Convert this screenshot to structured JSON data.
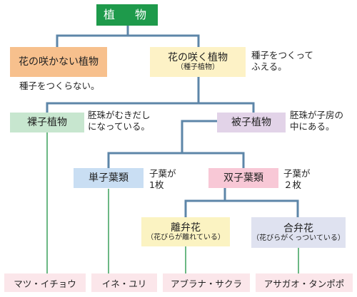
{
  "root": {
    "label": "植　物"
  },
  "non_seed": {
    "label": "花の咲かない植物",
    "note": "種子をつくらない。"
  },
  "seed": {
    "label": "花の咲く植物",
    "sub": "（種子植物）",
    "note_line1": "種子をつくって",
    "note_line2": "ふえる。"
  },
  "gymno": {
    "label": "裸子植物",
    "note_line1": "胚珠がむきだし",
    "note_line2": "になっている。",
    "leaf": "マツ・イチョウ"
  },
  "angio": {
    "label": "被子植物",
    "note_line1": "胚珠が子房の",
    "note_line2": "中にある。"
  },
  "mono": {
    "label": "単子葉類",
    "note_line1": "子葉が",
    "note_line2": "1枚",
    "leaf": "イネ・ユリ"
  },
  "dicot": {
    "label": "双子葉類",
    "note_line1": "子葉が",
    "note_line2": "２枚"
  },
  "choripetal": {
    "label": "離弁花",
    "sub": "（花びらが離れている）",
    "leaf": "アブラナ・サクラ"
  },
  "sympetal": {
    "label": "合弁花",
    "sub": "（花びらがくっついている）",
    "leaf": "アサガオ・タンポポ"
  },
  "colors": {
    "line_main": "#5d86a8",
    "line_green": "#3aa05a",
    "root": "#1e9a4b",
    "non_seed": "#f7c08d",
    "seed": "#fdf2c6",
    "gymno": "#c7e6cf",
    "angio": "#e2d3e8",
    "mono": "#c9def3",
    "dicot": "#f8c8d6",
    "choripetal": "#fbf3c2",
    "sympetal": "#dfe2f0",
    "leaf": "#fbe6ea"
  }
}
